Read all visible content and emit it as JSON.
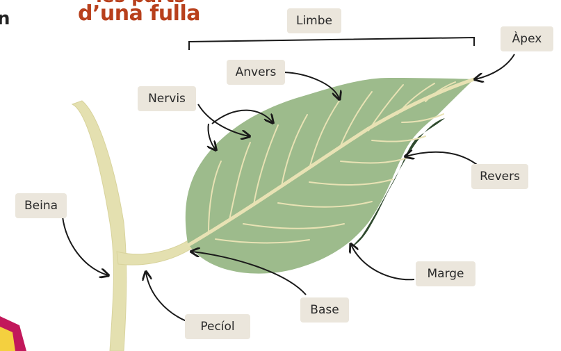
{
  "header": {
    "title_left_fragment": "n",
    "title_top_fragment": "les parts",
    "title_main": "d’una fulla"
  },
  "labels": {
    "limbe": "Limbe",
    "apex": "Àpex",
    "anvers": "Anvers",
    "nervis": "Nervis",
    "revers": "Revers",
    "beina": "Beina",
    "marge": "Marge",
    "base": "Base",
    "peciol": "Pecíol"
  },
  "colors": {
    "leaf": "#9dbb8c",
    "leaf_underside": "#2f4a2e",
    "vein": "#e8e2b4",
    "stem": "#e4e0b0",
    "title_accent": "#b8401c",
    "label_bg": "#ebe6dc"
  }
}
